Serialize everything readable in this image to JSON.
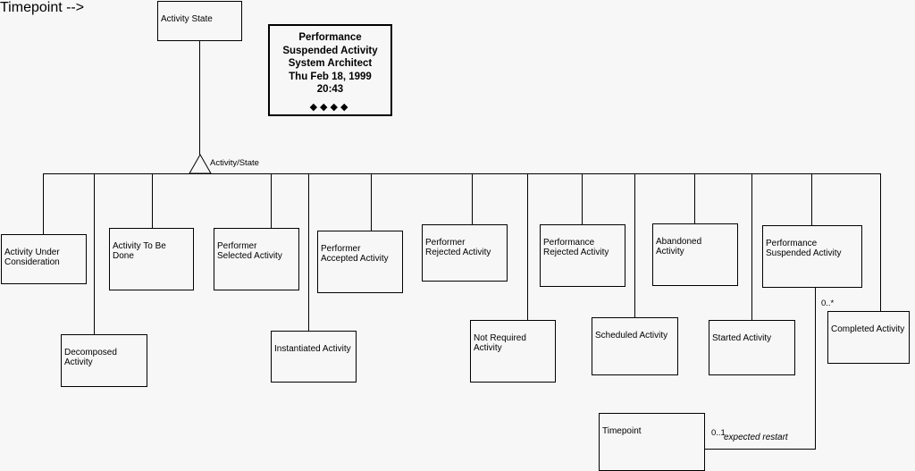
{
  "diagram": {
    "title_note": {
      "lines": [
        "Performance",
        "Suspended Activity",
        "System Architect",
        "Thu Feb 18, 1999",
        "20:43"
      ],
      "dots": "◆◆◆◆"
    },
    "superclass": {
      "label": "Activity State"
    },
    "generalization": {
      "label": "Activity/State"
    },
    "subclasses": [
      {
        "label": "Activity Under\nConsideration"
      },
      {
        "label": "Activity To Be\nDone"
      },
      {
        "label": "Performer\nSelected Activity"
      },
      {
        "label": "Performer\nAccepted Activity"
      },
      {
        "label": "Performer\nRejected Activity"
      },
      {
        "label": "Performance\nRejected Activity"
      },
      {
        "label": "Abandoned\nActivity"
      },
      {
        "label": "Performance\nSuspended Activity"
      },
      {
        "label": "Decomposed\nActivity"
      },
      {
        "label": "Instantiated Activity"
      },
      {
        "label": "Not Required\nActivity"
      },
      {
        "label": "Scheduled Activity"
      },
      {
        "label": "Started Activity"
      },
      {
        "label": "Completed Activity"
      }
    ],
    "other_classes": [
      {
        "label": "Timepoint"
      }
    ],
    "association": {
      "source_multiplicity": "0..*",
      "target_multiplicity": "0..1",
      "role_name": "expected restart"
    },
    "colors": {
      "background": "#f7f7f7",
      "line": "#000000",
      "box_fill": "#f7f7f7",
      "text": "#000000"
    }
  }
}
